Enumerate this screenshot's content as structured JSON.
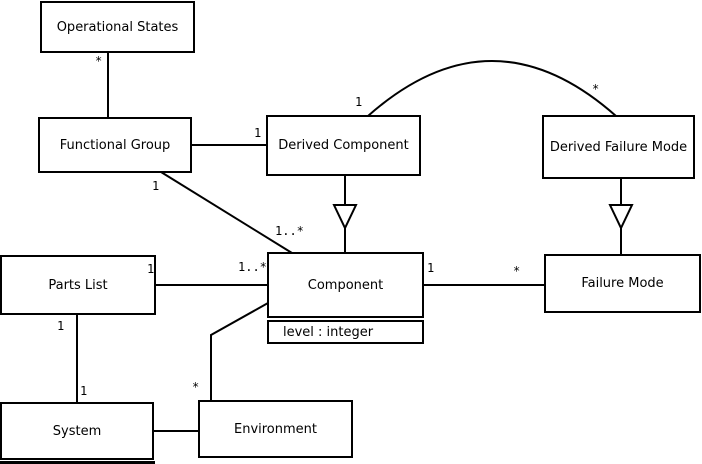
{
  "colors": {
    "background": "#ffffff",
    "line": "#000000",
    "box_fill": "#ffffff",
    "text": "#000000"
  },
  "classes": {
    "operational_states": {
      "name": "Operational States"
    },
    "functional_group": {
      "name": "Functional Group"
    },
    "derived_component": {
      "name": "Derived Component"
    },
    "derived_failure_mode": {
      "name": "Derived Failure Mode"
    },
    "parts_list": {
      "name": "Parts List"
    },
    "component": {
      "name": "Component",
      "attribute": "level : integer"
    },
    "failure_mode": {
      "name": "Failure Mode"
    },
    "system": {
      "name": "System"
    },
    "environment": {
      "name": "Environment"
    }
  },
  "multiplicities": {
    "operational_states_end": "*",
    "functional_group_derived_component": "1",
    "functional_group_component_source": "1",
    "functional_group_component_target": "1..*",
    "derived_component_arc_end": "1",
    "derived_failure_mode_arc_end": "*",
    "parts_list_component_source": "1",
    "parts_list_component_target": "1..*",
    "component_failure_mode_source": "1",
    "component_failure_mode_target": "*",
    "parts_list_system_source": "1",
    "parts_list_system_target": "1",
    "environment_component_end": "*"
  },
  "relationships": [
    {
      "from": "Operational States",
      "to": "Functional Group",
      "type": "association",
      "from_label": "*"
    },
    {
      "from": "Functional Group",
      "to": "Derived Component",
      "type": "association",
      "to_label": "1"
    },
    {
      "from": "Functional Group",
      "to": "Component",
      "type": "association",
      "from_label": "1",
      "to_label": "1..*"
    },
    {
      "from": "Derived Component",
      "to": "Derived Failure Mode",
      "type": "association-arc",
      "from_label": "1",
      "to_label": "*"
    },
    {
      "from": "Derived Component",
      "to": "Component",
      "type": "generalization",
      "arrow": "hollow-triangle-down"
    },
    {
      "from": "Derived Failure Mode",
      "to": "Failure Mode",
      "type": "generalization",
      "arrow": "hollow-triangle-down"
    },
    {
      "from": "Parts List",
      "to": "Component",
      "type": "association",
      "from_label": "1",
      "to_label": "1..*"
    },
    {
      "from": "Component",
      "to": "Failure Mode",
      "type": "association",
      "from_label": "1",
      "to_label": "*"
    },
    {
      "from": "Parts List",
      "to": "System",
      "type": "association",
      "from_label": "1",
      "to_label": "1"
    },
    {
      "from": "System",
      "to": "Environment",
      "type": "association"
    },
    {
      "from": "Environment",
      "to": "Component",
      "type": "association",
      "from_label": "*"
    }
  ]
}
